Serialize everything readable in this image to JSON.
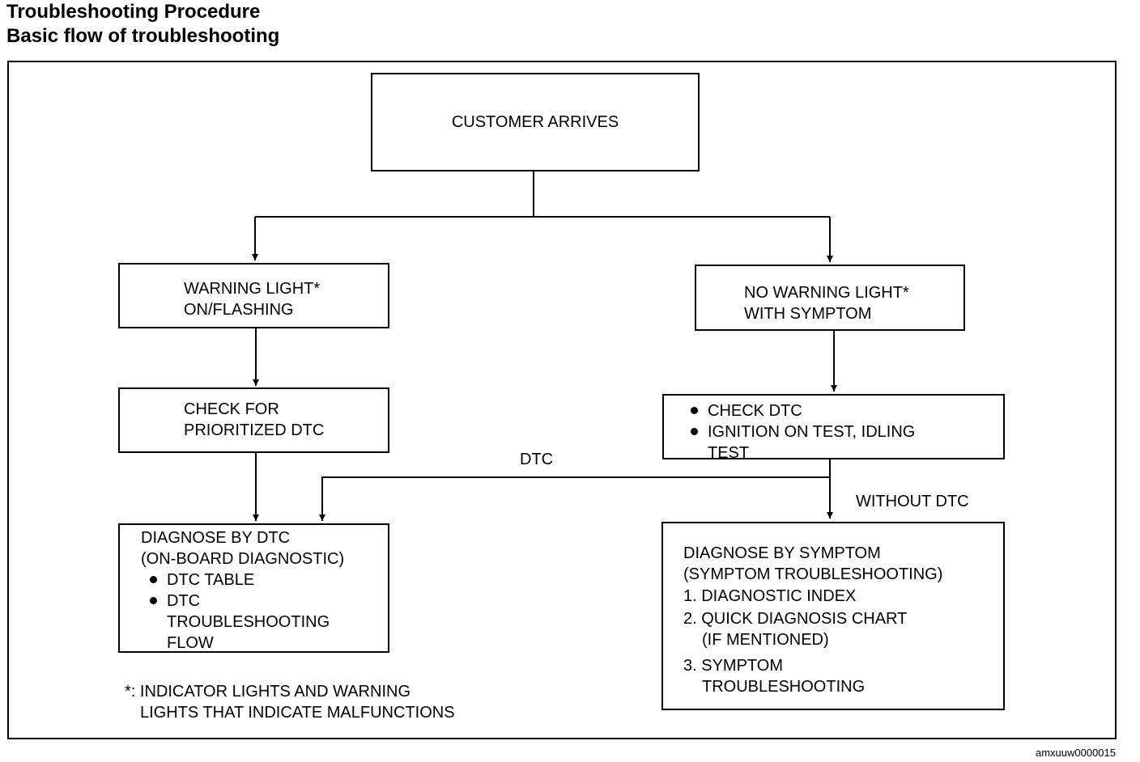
{
  "header": {
    "title": "Troubleshooting Procedure",
    "subtitle": "Basic flow of troubleshooting"
  },
  "nodes": {
    "customer_arrives": "CUSTOMER ARRIVES",
    "warning_light": {
      "line1": "WARNING LIGHT*",
      "line2": "ON/FLASHING"
    },
    "no_warning_light": {
      "line1": "NO WARNING LIGHT*",
      "line2": "WITH SYMPTOM"
    },
    "check_prioritized": {
      "line1": "CHECK FOR",
      "line2": "PRIORITIZED DTC"
    },
    "check_dtc": {
      "bullet1": "CHECK DTC",
      "bullet2_line1": "IGNITION ON TEST, IDLING",
      "bullet2_line2": "TEST"
    },
    "diagnose_dtc": {
      "line1": "DIAGNOSE BY DTC",
      "line2": "(ON-BOARD DIAGNOSTIC)",
      "bullet1": "DTC TABLE",
      "bullet2_line1": "DTC",
      "bullet2_line2": "TROUBLESHOOTING",
      "bullet2_line3": "FLOW"
    },
    "diagnose_symptom": {
      "line1": "DIAGNOSE BY SYMPTOM",
      "line2": "(SYMPTOM TROUBLESHOOTING)",
      "item1": "1. DIAGNOSTIC INDEX",
      "item2_line1": "2. QUICK DIAGNOSIS CHART",
      "item2_line2": "(IF MENTIONED)",
      "item3_line1": "3. SYMPTOM",
      "item3_line2": "TROUBLESHOOTING"
    }
  },
  "edge_labels": {
    "dtc": "DTC",
    "without_dtc": "WITHOUT DTC"
  },
  "footnote": {
    "line1": "*: INDICATOR LIGHTS AND WARNING",
    "line2": "LIGHTS THAT INDICATE MALFUNCTIONS"
  },
  "figure_code": "amxuuw0000015"
}
